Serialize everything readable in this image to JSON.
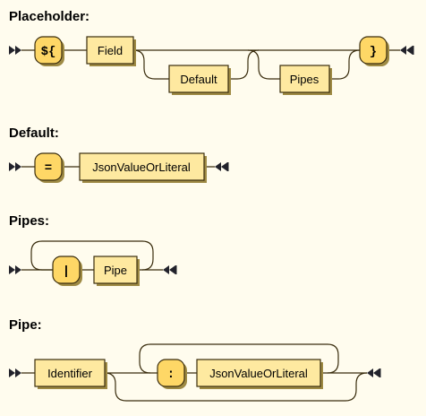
{
  "rules": [
    {
      "name": "Placeholder:",
      "open_terminal": "${",
      "field": "Field",
      "default": "Default",
      "pipes": "Pipes",
      "close_terminal": "}"
    },
    {
      "name": "Default:",
      "terminal": "=",
      "value": "JsonValueOrLiteral"
    },
    {
      "name": "Pipes:",
      "terminal": "|",
      "pipe": "Pipe"
    },
    {
      "name": "Pipe:",
      "identifier": "Identifier",
      "terminal": ":",
      "value": "JsonValueOrLiteral"
    }
  ],
  "colors": {
    "background": "#fffcee",
    "terminal_fill": "#fed766",
    "nonterminal_fill": "#fee9a0",
    "line": "#3a2d0e"
  }
}
